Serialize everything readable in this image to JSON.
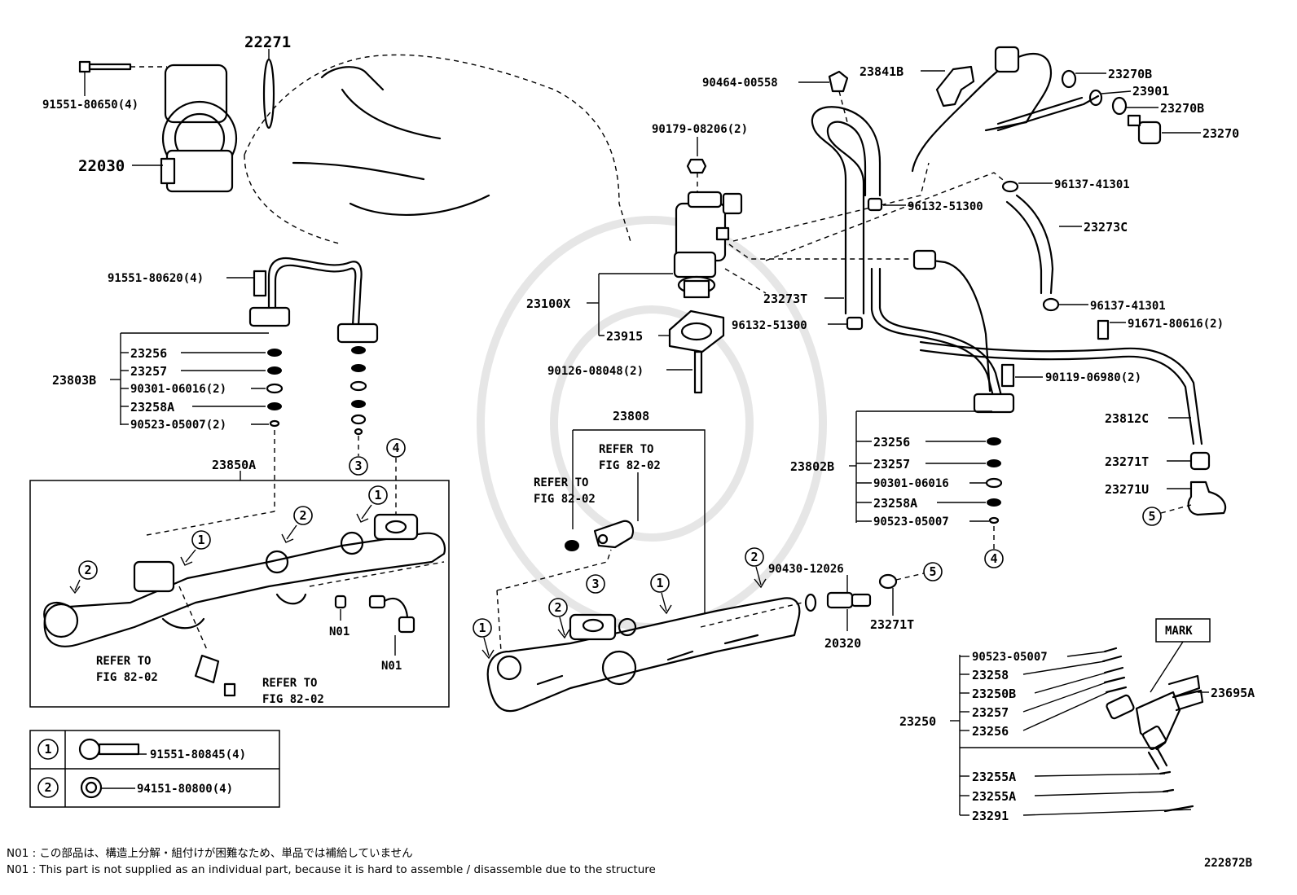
{
  "diagram_number": "222872B",
  "notes": {
    "n01_jp": "N01 : この部品は、構造上分解・組付けが困難なため、単品では補給していません",
    "n01_en": "N01 : This part is not supplied as an individual part, because it is hard to assemble / disassemble due to the structure"
  },
  "labels": {
    "p22271": "22271",
    "p91551_80650": "91551-80650(4)",
    "p22030": "22030",
    "p91551_80620": "91551-80620(4)",
    "p23803B": "23803B",
    "p23850A": "23850A",
    "p23808": "23808",
    "p23100X": "23100X",
    "p23915": "23915",
    "p90126_08048": "90126-08048(2)",
    "p90179_08206": "90179-08206(2)",
    "p90464_00558": "90464-00558",
    "p23841B": "23841B",
    "p23270B_top": "23270B",
    "p23901": "23901",
    "p23270B_mid": "23270B",
    "p23270": "23270",
    "p96137_41301_top": "96137-41301",
    "p96132_51300_top": "96132-51300",
    "p23273C": "23273C",
    "p23273T": "23273T",
    "p96137_41301_bot": "96137-41301",
    "p96132_51300_bot": "96132-51300",
    "p91671_80616": "91671-80616(2)",
    "p90119_06980": "90119-06980(2)",
    "p23812C": "23812C",
    "p23802B": "23802B",
    "p23271T_right": "23271T",
    "p23271U": "23271U",
    "p90430_12026": "90430-12026",
    "p20320": "20320",
    "p23271T_mid": "23271T",
    "p23250": "23250",
    "p23695A": "23695A",
    "mark": "MARK",
    "n01_a": "N01",
    "n01_b": "N01",
    "refer_a1": "REFER TO",
    "refer_a2": "FIG 82-02",
    "refer_b1": "REFER TO",
    "refer_b2": "FIG 82-02",
    "refer_c1": "REFER TO",
    "refer_c2": "FIG 82-02",
    "refer_d1": "REFER TO",
    "refer_d2": "FIG 82-02"
  },
  "left_stack": [
    "23256",
    "23257",
    "90301-06016(2)",
    "23258A",
    "90523-05007(2)"
  ],
  "right_stack": [
    "23256",
    "23257",
    "90301-06016",
    "23258A",
    "90523-05007"
  ],
  "injector_stack": [
    "90523-05007",
    "23258",
    "23250B",
    "23257",
    "23256"
  ],
  "injector_lower": [
    "23255A",
    "23255A",
    "23291"
  ],
  "legend": [
    {
      "num": "1",
      "part": "91551-80845(4)"
    },
    {
      "num": "2",
      "part": "94151-80800(4)"
    }
  ],
  "callouts": {
    "c1": "1",
    "c2": "2",
    "c3": "3",
    "c4": "4",
    "c5": "5"
  }
}
